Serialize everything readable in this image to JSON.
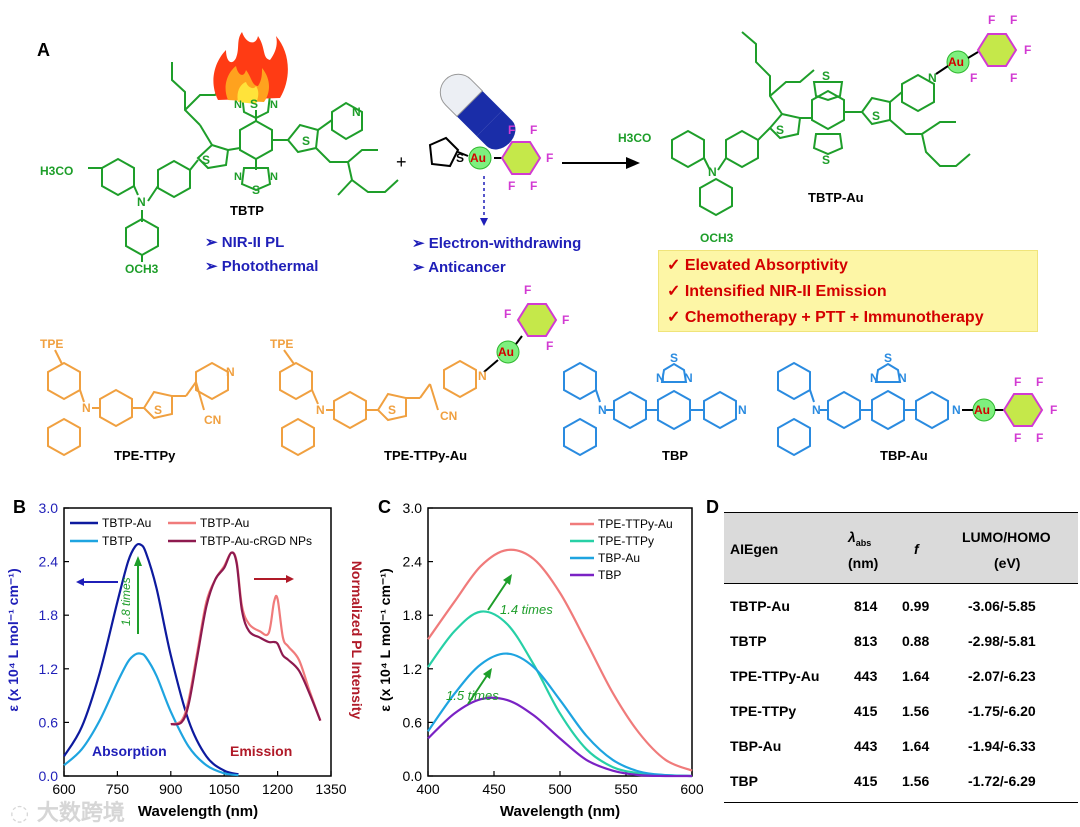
{
  "panel_a": {
    "letter": "A",
    "tbtp_label": "TBTP",
    "tbtp_bullets": [
      "NIR-II PL",
      "Photothermal"
    ],
    "reagent_bullets": [
      "Electron-withdrawing",
      "Anticancer"
    ],
    "product_label": "TBTP-Au",
    "plus_sign": "+",
    "highlights": [
      "Elevated Absorptivity",
      "Intensified NIR-II Emission",
      "Chemotherapy + PTT + Immunotherapy"
    ],
    "atom_labels": {
      "h3co": "H3CO",
      "och3": "OCH3",
      "s": "S",
      "n": "N",
      "au": "Au",
      "f": "F",
      "tpe": "TPE",
      "cn": "CN"
    },
    "bottom_molecules": [
      "TPE-TTPy",
      "TPE-TTPy-Au",
      "TBP",
      "TBP-Au"
    ]
  },
  "panel_b": {
    "letter": "B",
    "chart_data": {
      "type": "line",
      "xlabel": "Wavelength (nm)",
      "ylabel_left": "ε (x 10⁴ L mol⁻¹ cm⁻¹)",
      "ylabel_right": "Normalized PL Intensity",
      "xlim": [
        600,
        1350
      ],
      "ylim": [
        0,
        3.0
      ],
      "xticks": [
        600,
        750,
        900,
        1050,
        1200,
        1350
      ],
      "yticks": [
        0.0,
        0.6,
        1.2,
        1.8,
        2.4,
        3.0
      ],
      "series": [
        {
          "name": "TBTP-Au",
          "color": "#0d1a9e",
          "x": [
            600,
            650,
            700,
            750,
            780,
            800,
            815,
            830,
            860,
            900,
            950,
            1000,
            1050,
            1090
          ],
          "y": [
            0.22,
            0.55,
            1.15,
            1.95,
            2.4,
            2.57,
            2.59,
            2.5,
            2.1,
            1.35,
            0.62,
            0.22,
            0.06,
            0.02
          ]
        },
        {
          "name": "TBTP",
          "color": "#1ea4e0",
          "x": [
            600,
            650,
            700,
            750,
            780,
            800,
            815,
            830,
            860,
            900,
            950,
            1000,
            1050,
            1090
          ],
          "y": [
            0.12,
            0.3,
            0.62,
            1.05,
            1.28,
            1.36,
            1.37,
            1.33,
            1.12,
            0.72,
            0.33,
            0.12,
            0.03,
            0.01
          ]
        },
        {
          "name": "TBTP-Au",
          "color": "#f07b7b",
          "x": [
            900,
            930,
            950,
            975,
            1000,
            1025,
            1050,
            1070,
            1085,
            1100,
            1120,
            1150,
            1175,
            1190,
            1200,
            1215,
            1230,
            1260,
            1290,
            1320
          ],
          "y": [
            0.58,
            0.62,
            0.85,
            1.4,
            1.95,
            2.2,
            2.35,
            2.5,
            2.4,
            1.9,
            1.7,
            1.62,
            1.6,
            1.95,
            1.98,
            1.55,
            1.45,
            1.3,
            0.95,
            0.62
          ]
        },
        {
          "name": "TBTP-Au-cRGD NPs",
          "color": "#8e1a4f",
          "x": [
            900,
            930,
            950,
            975,
            1000,
            1025,
            1050,
            1070,
            1085,
            1100,
            1120,
            1150,
            1175,
            1190,
            1200,
            1215,
            1230,
            1260,
            1290,
            1320
          ],
          "y": [
            0.58,
            0.6,
            0.8,
            1.35,
            1.9,
            2.2,
            2.33,
            2.5,
            2.38,
            1.85,
            1.62,
            1.55,
            1.5,
            1.5,
            1.48,
            1.35,
            1.3,
            1.18,
            0.92,
            0.62
          ]
        }
      ],
      "annotations": [
        "1.8 times",
        "Absorption",
        "Emission"
      ]
    }
  },
  "panel_c": {
    "letter": "C",
    "chart_data": {
      "type": "line",
      "xlabel": "Wavelength (nm)",
      "ylabel": "ε (x 10⁴ L mol⁻¹ cm⁻¹)",
      "xlim": [
        400,
        600
      ],
      "ylim": [
        0,
        3.0
      ],
      "xticks": [
        400,
        450,
        500,
        550,
        600
      ],
      "yticks": [
        0.0,
        0.6,
        1.2,
        1.8,
        2.4,
        3.0
      ],
      "series": [
        {
          "name": "TPE-TTPy-Au",
          "color": "#f07b7b",
          "x": [
            400,
            420,
            440,
            460,
            480,
            500,
            520,
            540,
            560,
            580,
            600
          ],
          "y": [
            1.53,
            1.95,
            2.35,
            2.53,
            2.43,
            2.05,
            1.5,
            0.93,
            0.48,
            0.18,
            0.06
          ]
        },
        {
          "name": "TPE-TTPy",
          "color": "#27d0a6",
          "x": [
            400,
            420,
            440,
            460,
            480,
            500,
            520,
            540,
            560,
            580,
            600
          ],
          "y": [
            1.22,
            1.62,
            1.84,
            1.7,
            1.25,
            0.7,
            0.3,
            0.1,
            0.03,
            0.01,
            0.0
          ]
        },
        {
          "name": "TBP-Au",
          "color": "#1ea4e0",
          "x": [
            400,
            420,
            440,
            460,
            480,
            500,
            520,
            540,
            560,
            580,
            600
          ],
          "y": [
            0.5,
            0.92,
            1.25,
            1.37,
            1.22,
            0.85,
            0.45,
            0.18,
            0.05,
            0.01,
            0.0
          ]
        },
        {
          "name": "TBP",
          "color": "#7a22c4",
          "x": [
            400,
            420,
            440,
            460,
            480,
            500,
            520,
            540,
            560,
            580,
            600
          ],
          "y": [
            0.42,
            0.7,
            0.86,
            0.85,
            0.68,
            0.42,
            0.18,
            0.06,
            0.01,
            0.0,
            0.0
          ]
        }
      ],
      "annotations": [
        "1.4 times",
        "1.5 times"
      ]
    }
  },
  "panel_d": {
    "letter": "D",
    "headers": {
      "col1": "AIEgen",
      "col2_sym": "λ",
      "col2_sub": "abs",
      "col2_unit": "(nm)",
      "col3": "f",
      "col4": "LUMO/HOMO",
      "col4_unit": "(eV)"
    },
    "rows": [
      {
        "name": "TBTP-Au",
        "labs": "814",
        "f": "0.99",
        "lh": "-3.06/-5.85"
      },
      {
        "name": "TBTP",
        "labs": "813",
        "f": "0.88",
        "lh": "-2.98/-5.81"
      },
      {
        "name": "TPE-TTPy-Au",
        "labs": "443",
        "f": "1.64",
        "lh": "-2.07/-6.23"
      },
      {
        "name": "TPE-TTPy",
        "labs": "415",
        "f": "1.56",
        "lh": "-1.75/-6.20"
      },
      {
        "name": "TBP-Au",
        "labs": "443",
        "f": "1.64",
        "lh": "-1.94/-6.33"
      },
      {
        "name": "TBP",
        "labs": "415",
        "f": "1.56",
        "lh": "-1.72/-6.29"
      }
    ]
  },
  "watermark": "大数跨境",
  "colors": {
    "green": "#1e9e2a",
    "orange": "#f0a040",
    "blue": "#2a8be0",
    "magenta": "#d23ad2",
    "red": "#d40000",
    "navy": "#1f1fb8"
  }
}
